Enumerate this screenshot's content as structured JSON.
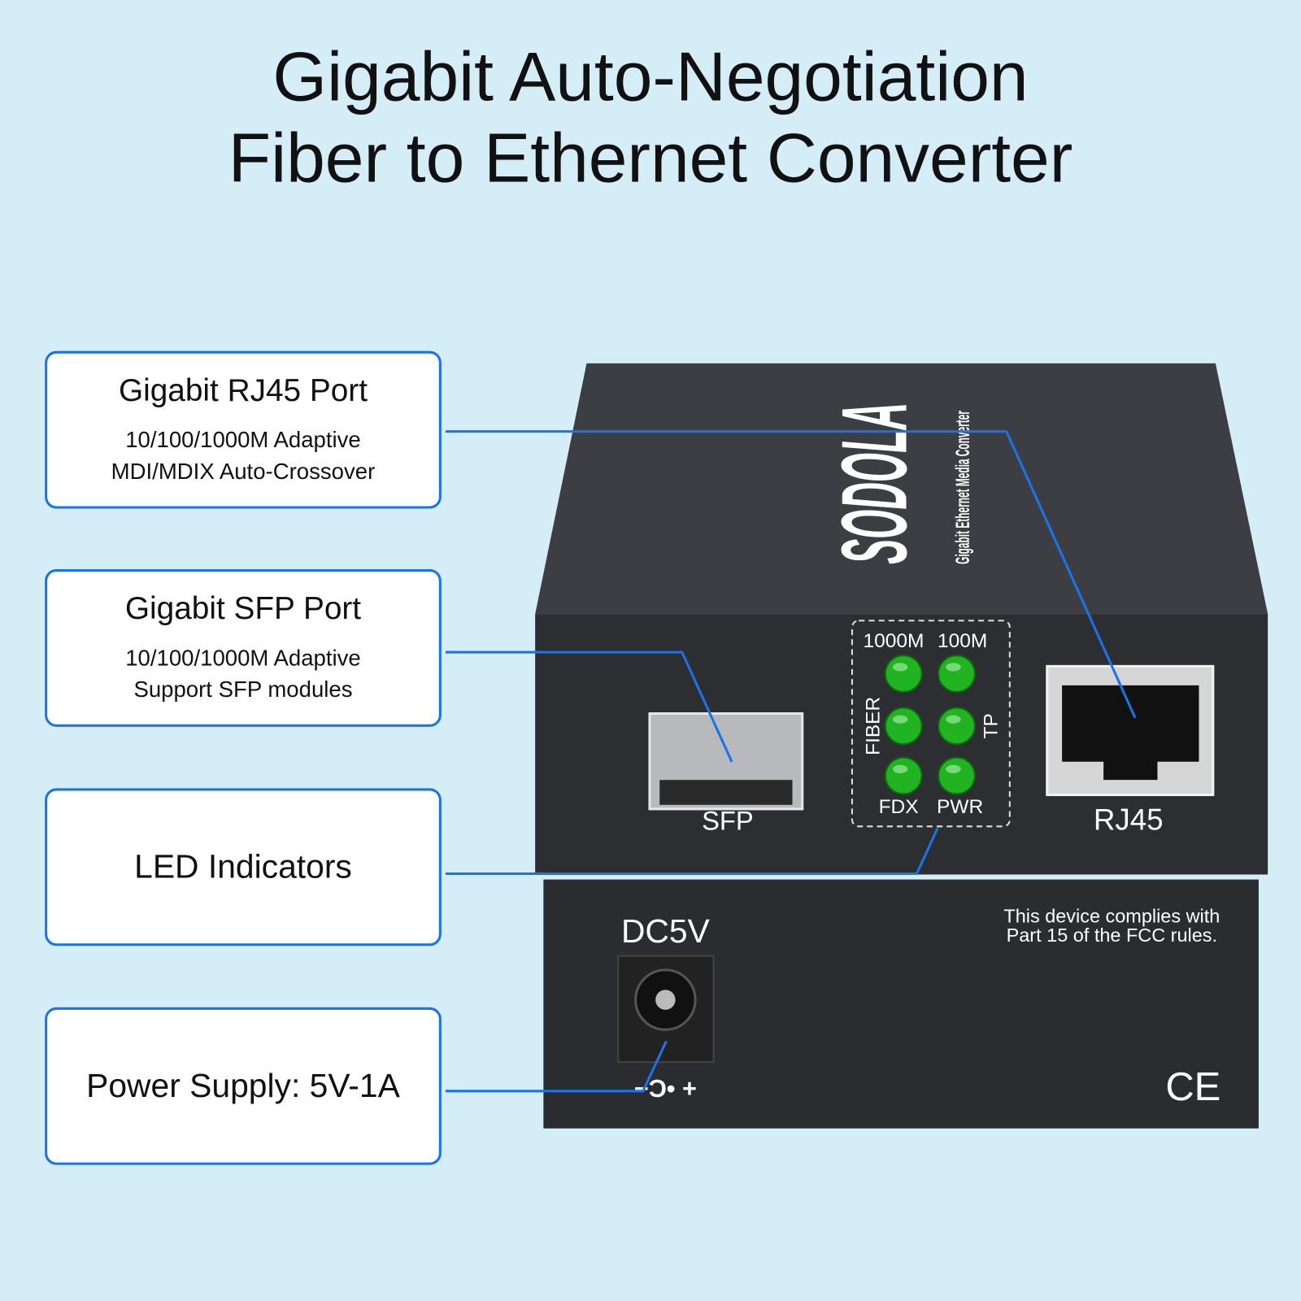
{
  "title": {
    "line1": "Gigabit Auto-Negotiation",
    "line2": "Fiber to Ethernet Converter"
  },
  "callouts": [
    {
      "heading": "Gigabit RJ45 Port",
      "lines": [
        "10/100/1000M Adaptive",
        "MDI/MDIX Auto-Crossover"
      ]
    },
    {
      "heading": "Gigabit SFP Port",
      "lines": [
        "10/100/1000M Adaptive",
        "Support SFP modules"
      ]
    },
    {
      "heading": "LED Indicators"
    },
    {
      "heading": "Power Supply: 5V-1A"
    }
  ],
  "device": {
    "brand": "SODOLA",
    "subtitle": "Gigabit Ethernet Media Converter",
    "sfp_label": "SFP",
    "rj45_label": "RJ45",
    "led_labels": {
      "top_left": "1000M",
      "top_right": "100M",
      "left": "FIBER",
      "right": "TP",
      "bottom_left": "FDX",
      "bottom_right": "PWR"
    },
    "dc_label": "DC5V",
    "polarity": "−Ɔ• +",
    "fcc_line1": "This device complies with",
    "fcc_line2": "Part 15 of the FCC rules.",
    "ce_mark": "CE"
  },
  "colors": {
    "background": "#d5edf7",
    "accent": "#1a73e8",
    "led": "#22b322",
    "device": "#2c2e32"
  }
}
